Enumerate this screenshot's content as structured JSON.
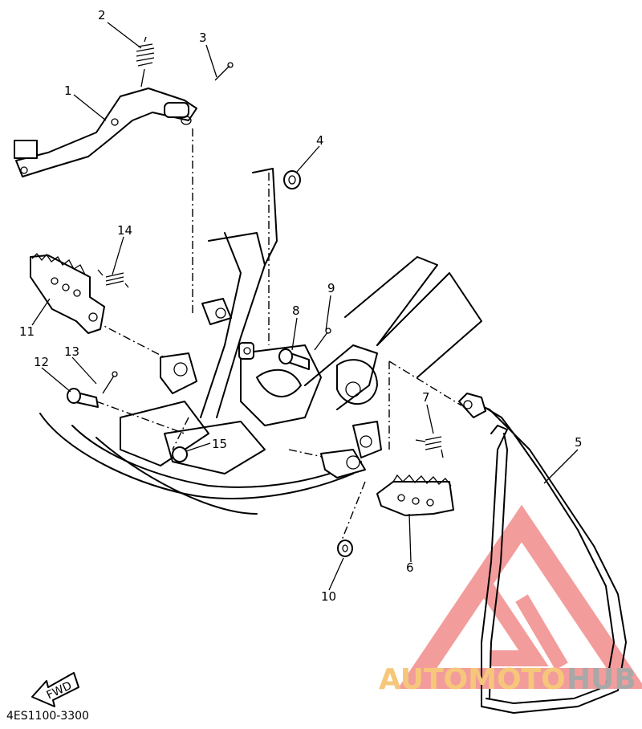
{
  "diagram": {
    "code": "4ES1100-3300",
    "fwd_label": "FWD",
    "callouts": [
      {
        "id": "1",
        "label": "1"
      },
      {
        "id": "2",
        "label": "2"
      },
      {
        "id": "3",
        "label": "3"
      },
      {
        "id": "4",
        "label": "4"
      },
      {
        "id": "5",
        "label": "5"
      },
      {
        "id": "6",
        "label": "6"
      },
      {
        "id": "7",
        "label": "7"
      },
      {
        "id": "8",
        "label": "8"
      },
      {
        "id": "9",
        "label": "9"
      },
      {
        "id": "10",
        "label": "10"
      },
      {
        "id": "11",
        "label": "11"
      },
      {
        "id": "12",
        "label": "12"
      },
      {
        "id": "13",
        "label": "13"
      },
      {
        "id": "14",
        "label": "14"
      },
      {
        "id": "15",
        "label": "15"
      }
    ]
  },
  "watermark": {
    "part1": "AUTOMOTO",
    "part2": "HUB",
    "color_triangle": "#f28b8b",
    "color_text1": "#f6c77a",
    "color_text2": "#a8a8a8"
  }
}
